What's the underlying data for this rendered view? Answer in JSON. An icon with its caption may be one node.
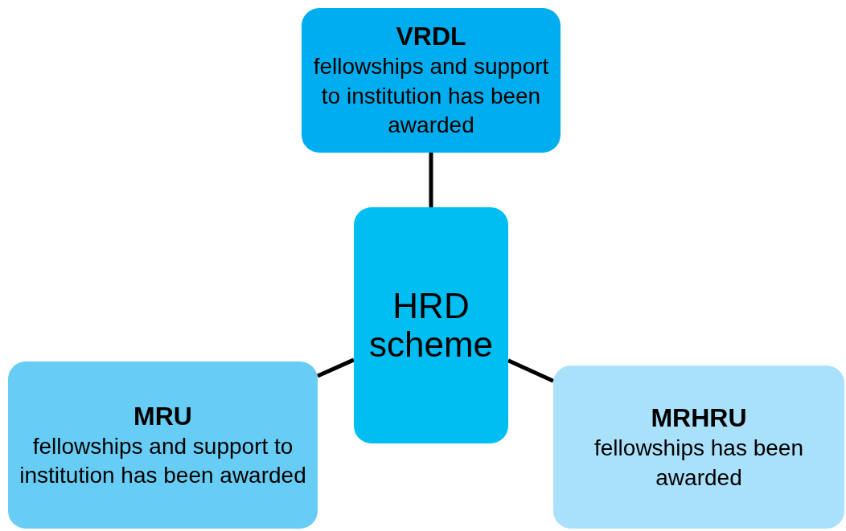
{
  "diagram": {
    "nodes": [
      {
        "text": [
          "HRD scheme"
        ]
      },
      {
        "text": [
          "VRDL",
          "fellowships and support to institution has been awarded"
        ]
      },
      {
        "text": [
          "MRU",
          "fellowships and support to institution has been awarded"
        ]
      },
      {
        "text": [
          "MRHRU",
          "fellowships has been awarded"
        ]
      }
    ],
    "edges": [
      {
        "from": 0,
        "to": 1,
        "arrow": "none"
      },
      {
        "from": 0,
        "to": 2,
        "arrow": "none"
      },
      {
        "from": 0,
        "to": 3,
        "arrow": "none"
      }
    ]
  }
}
